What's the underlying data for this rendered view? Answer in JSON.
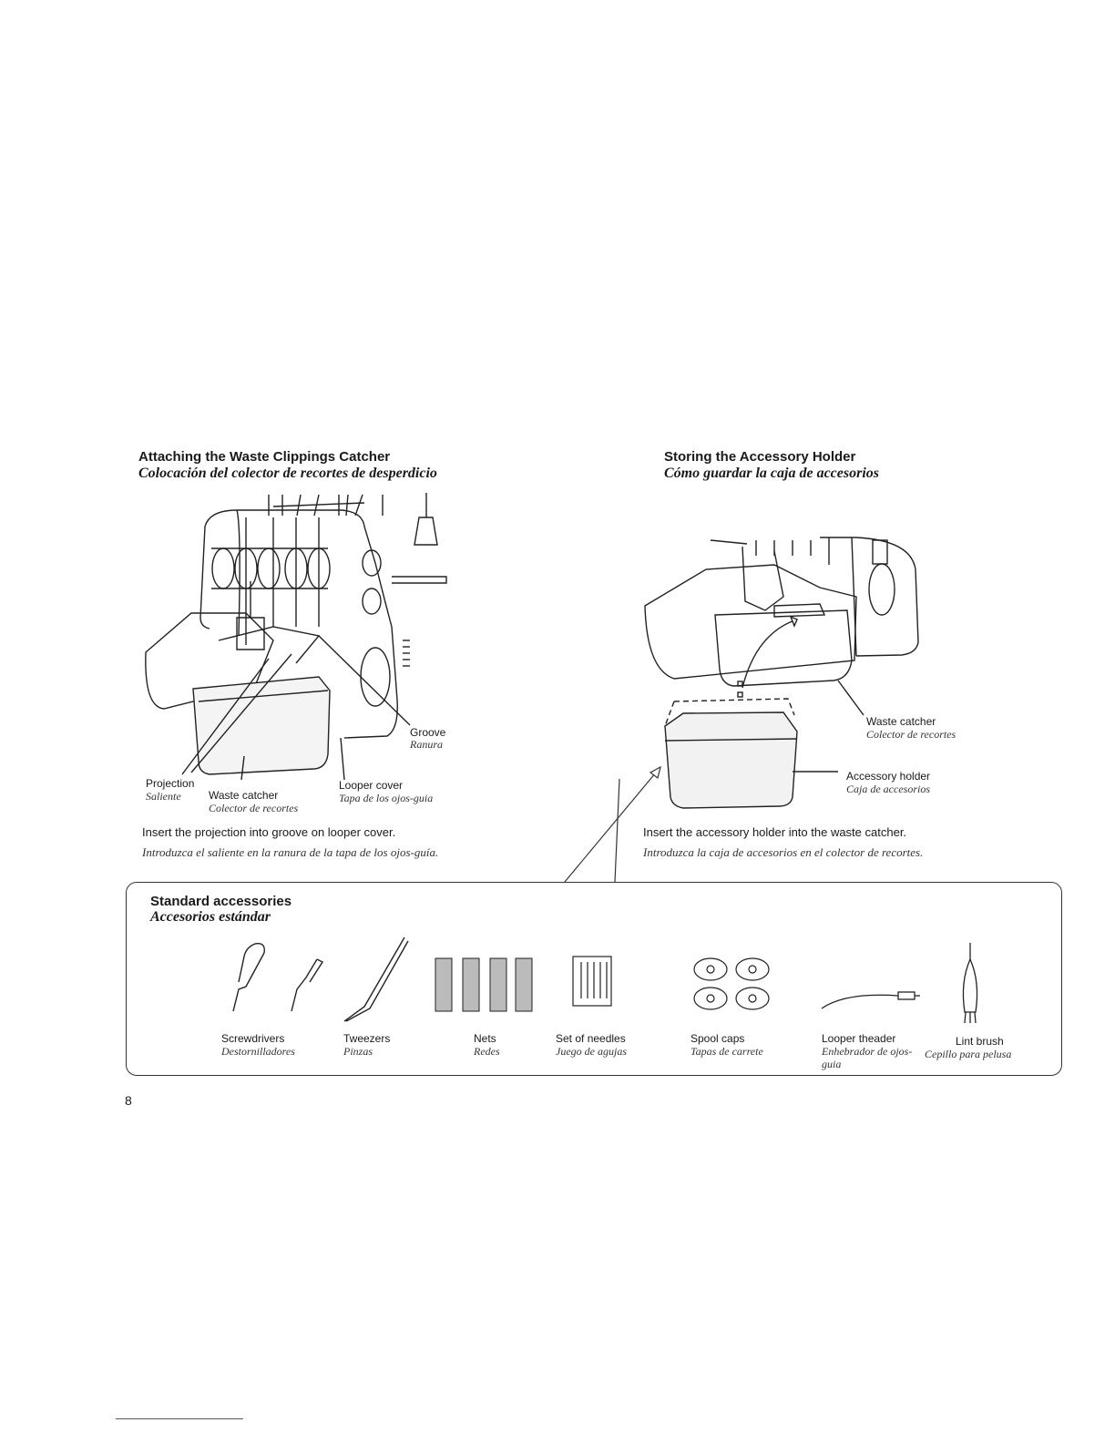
{
  "left_section": {
    "title_en": "Attaching the Waste Clippings Catcher",
    "title_es": "Colocación del colector de recortes de desperdicio",
    "labels": {
      "groove_en": "Groove",
      "groove_es": "Ranura",
      "projection_en": "Projection",
      "projection_es": "Saliente",
      "waste_catcher_en": "Waste  catcher",
      "waste_catcher_es": "Colector de recortes",
      "looper_cover_en": "Looper cover",
      "looper_cover_es": "Tapa de los ojos-guia"
    },
    "instruction_en": "Insert the projection into groove on looper cover.",
    "instruction_es": "Introduzca el saliente en la ranura de la tapa de los ojos-guía."
  },
  "right_section": {
    "title_en": "Storing the Accessory Holder",
    "title_es": "Cómo guardar la caja de accesorios",
    "labels": {
      "waste_catcher_en": "Waste catcher",
      "waste_catcher_es": "Colector de recortes",
      "accessory_holder_en": "Accessory holder",
      "accessory_holder_es": "Caja de accesorios"
    },
    "instruction_en": "Insert the accessory holder into the waste catcher.",
    "instruction_es": "Introduzca la caja de accesorios en el colector de recortes."
  },
  "accessories": {
    "title_en": "Standard accessories",
    "title_es": "Accesorios estándar",
    "items": [
      {
        "en": "Screwdrivers",
        "es": "Destornilladores",
        "icon": "screwdriver-icon"
      },
      {
        "en": "Tweezers",
        "es": "Pinzas",
        "icon": "tweezers-icon"
      },
      {
        "en": "Nets",
        "es": "Redes",
        "icon": "nets-icon"
      },
      {
        "en": "Set of needles",
        "es": "Juego de agujas",
        "icon": "needles-icon"
      },
      {
        "en": "Spool caps",
        "es": "Tapas de carrete",
        "icon": "spool-caps-icon"
      },
      {
        "en": "Looper theader",
        "es": "Enhebrador de ojos-guia",
        "icon": "looper-threader-icon"
      },
      {
        "en": "Lint brush",
        "es": "Cepillo para pelusa",
        "icon": "lint-brush-icon"
      }
    ]
  },
  "page_number": "8"
}
